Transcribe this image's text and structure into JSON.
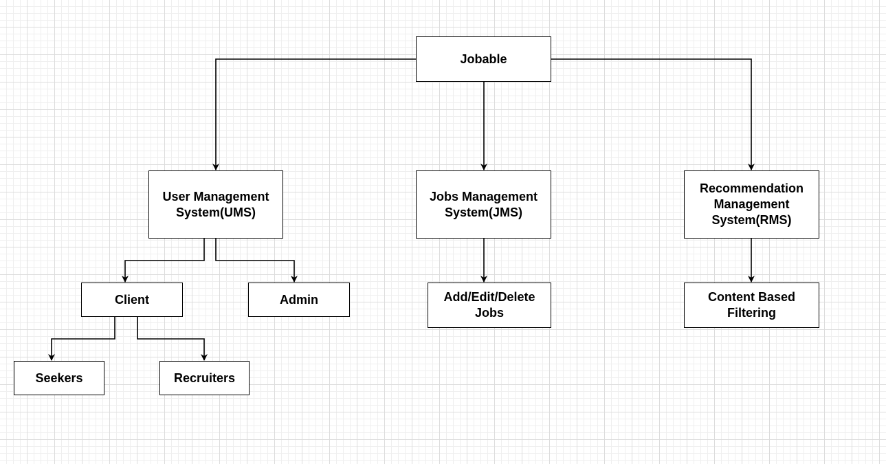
{
  "diagram": {
    "type": "hierarchy",
    "nodes": {
      "root": "Jobable",
      "ums": "User Management\nSystem(UMS)",
      "jms": "Jobs Management\nSystem(JMS)",
      "rms": "Recommendation\nManagement\nSystem(RMS)",
      "client": "Client",
      "admin": "Admin",
      "jobs_crud": "Add/Edit/Delete\nJobs",
      "content_filtering": "Content Based\nFiltering",
      "seekers": "Seekers",
      "recruiters": "Recruiters"
    },
    "edges": [
      [
        "root",
        "ums"
      ],
      [
        "root",
        "jms"
      ],
      [
        "root",
        "rms"
      ],
      [
        "ums",
        "client"
      ],
      [
        "ums",
        "admin"
      ],
      [
        "jms",
        "jobs_crud"
      ],
      [
        "rms",
        "content_filtering"
      ],
      [
        "client",
        "seekers"
      ],
      [
        "client",
        "recruiters"
      ]
    ]
  }
}
